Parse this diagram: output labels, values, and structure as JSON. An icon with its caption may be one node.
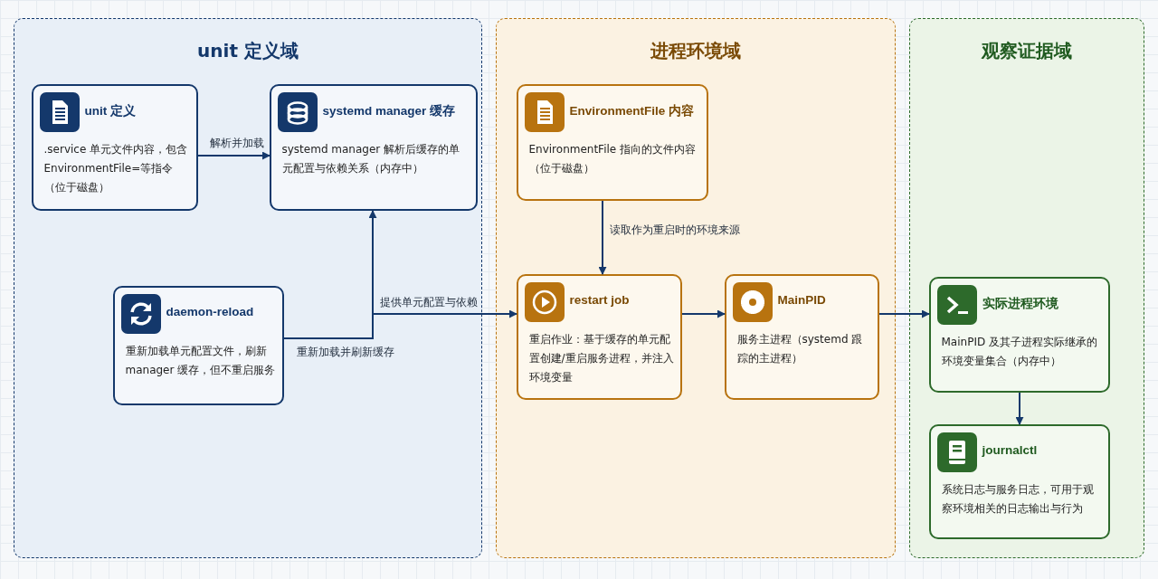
{
  "diagram": {
    "nodes": [
      {
        "text": [
          "unit 定义域"
        ]
      },
      {
        "text": [
          "进程环境域"
        ]
      },
      {
        "text": [
          "观察证据域"
        ]
      },
      {
        "text": [
          "unit 定义",
          ".service 单元文件内容，包含 EnvironmentFile=等指令（位于磁盘）"
        ],
        "in": 0
      },
      {
        "text": [
          "systemd manager 缓存",
          "systemd manager 解析后缓存的单元配置与依赖关系（内存中）"
        ],
        "in": 0
      },
      {
        "text": [
          "daemon-reload",
          "重新加载单元配置文件，刷新 manager 缓存，但不重启服务"
        ],
        "in": 0
      },
      {
        "text": [
          "EnvironmentFile 内容",
          "EnvironmentFile 指向的文件内容（位于磁盘）"
        ],
        "in": 1
      },
      {
        "text": [
          "restart job",
          "重启作业：基于缓存的单元配置创建/重启服务进程，并注入环境变量"
        ],
        "in": 1
      },
      {
        "text": [
          "MainPID",
          "服务主进程（systemd 跟踪的主进程）"
        ],
        "in": 1
      },
      {
        "text": [
          "实际进程环境",
          "MainPID 及其子进程实际继承的环境变量集合（内存中）"
        ],
        "in": 2
      },
      {
        "text": [
          "journalctl",
          "系统日志与服务日志，可用于观察环境相关的日志输出与行为"
        ],
        "in": 2
      }
    ],
    "edges": [
      {
        "from": 3,
        "to": 4,
        "arrow": "to",
        "label": "解析并加载"
      },
      {
        "from": 5,
        "to": 4,
        "arrow": "to",
        "label": "重新加载并刷新缓存"
      },
      {
        "from": 4,
        "to": 7,
        "arrow": "to",
        "label": "提供单元配置与依赖"
      },
      {
        "from": 6,
        "to": 7,
        "arrow": "to",
        "label": "读取作为重启时的环境来源"
      },
      {
        "from": 7,
        "to": 8,
        "arrow": "to"
      },
      {
        "from": 8,
        "to": 9,
        "arrow": "to"
      },
      {
        "from": 9,
        "to": 10,
        "arrow": "to"
      }
    ]
  }
}
